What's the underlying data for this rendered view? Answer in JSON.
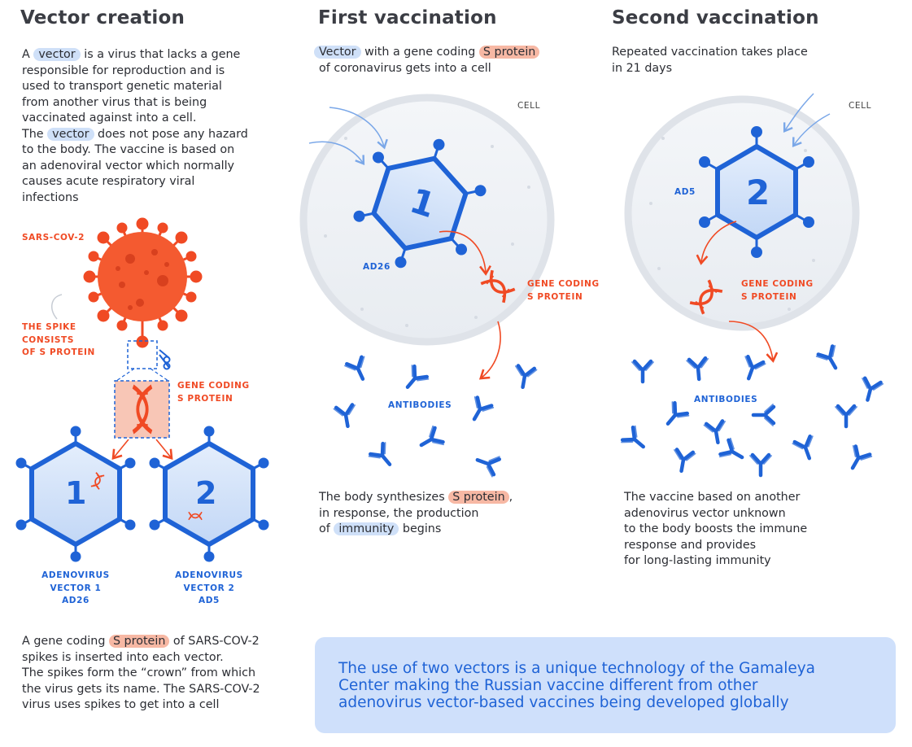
{
  "colors": {
    "blue": "#1f63d6",
    "red_orange": "#f04a24",
    "highlight_blue": "#cfe0f8",
    "highlight_red": "#f7b8a4",
    "banner_bg": "#cfe0fb"
  },
  "col1": {
    "title": "Vector creation",
    "intro": {
      "l1_pre": "A ",
      "l1_hl": "vector",
      "l1_post": " is a virus that lacks a gene",
      "l2": "responsible for reproduction and is",
      "l3": "used to transport genetic material",
      "l4": "from another virus that is being",
      "l5": "vaccinated against into a cell.",
      "l6_pre": "The ",
      "l6_hl": "vector",
      "l6_post": " does not pose any hazard",
      "l7": "to the body. The vaccine is based on",
      "l8": "an adenoviral vector which normally",
      "l9": "causes acute respiratory viral",
      "l10": "infections"
    },
    "labels": {
      "sars": "SARS-COV-2",
      "spike_1": "THE SPIKE",
      "spike_2": "CONSISTS",
      "spike_3": "OF S PROTEIN",
      "gene_1": "GENE CODING",
      "gene_2": "S PROTEIN",
      "v1_1": "ADENOVIRUS",
      "v1_2": "VECTOR 1",
      "v1_3": "AD26",
      "v2_1": "ADENOVIRUS",
      "v2_2": "VECTOR 2",
      "v2_3": "AD5",
      "num1": "1",
      "num2": "2"
    },
    "bottom": {
      "l1_pre": "A gene coding ",
      "l1_hl": "S protein",
      "l1_post": " of SARS-COV-2",
      "l2": "spikes is inserted into each vector.",
      "l3": "The spikes form the “crown” from which",
      "l4": "the virus gets its name. The SARS-COV-2",
      "l5": "virus uses spikes to get into a cell"
    }
  },
  "col2": {
    "title": "First vaccination",
    "intro": {
      "l1_hl": "Vector",
      "l1_mid": " with a gene coding ",
      "l1_hl2": "S protein",
      "l2": "of coronavirus gets into a cell"
    },
    "labels": {
      "cell": "CELL",
      "vec": "AD26",
      "gene_1": "GENE CODING",
      "gene_2": "S PROTEIN",
      "antibodies": "ANTIBODIES",
      "num": "1"
    },
    "bottom": {
      "l1_pre": "The body synthesizes ",
      "l1_hl": "S protein",
      "l1_post": ",",
      "l2": "in response, the production",
      "l3_pre": "of ",
      "l3_hl": "immunity",
      "l3_post": " begins"
    }
  },
  "col3": {
    "title": "Second vaccination",
    "intro": {
      "l1": "Repeated vaccination takes place",
      "l2": "in 21 days"
    },
    "labels": {
      "cell": "CELL",
      "vec": "AD5",
      "gene_1": "GENE CODING",
      "gene_2": "S PROTEIN",
      "antibodies": "ANTIBODIES",
      "num": "2"
    },
    "bottom": {
      "l1": "The vaccine based on another",
      "l2": "adenovirus vector unknown",
      "l3": "to the body boosts the immune",
      "l4": "response and provides",
      "l5": "for long-lasting immunity"
    }
  },
  "banner": {
    "l1": "The use of two vectors is a unique technology of the Gamaleya",
    "l2": "Center making the Russian vaccine different from other",
    "l3": "adenovirus vector-based vaccines being developed globally"
  }
}
